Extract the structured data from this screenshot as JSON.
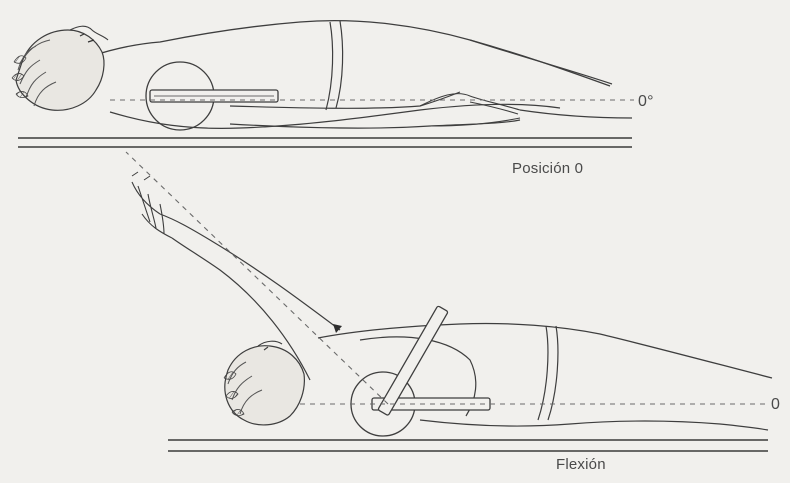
{
  "figure": {
    "panels": [
      {
        "id": "top",
        "caption": "Posición 0",
        "angle_label": "0°"
      },
      {
        "id": "bottom",
        "caption": "Flexión",
        "angle_label": "0"
      }
    ],
    "colors": {
      "background": "#f1f0ed",
      "ink": "#3e3e3e",
      "dashes": "#6a6a6a"
    }
  }
}
